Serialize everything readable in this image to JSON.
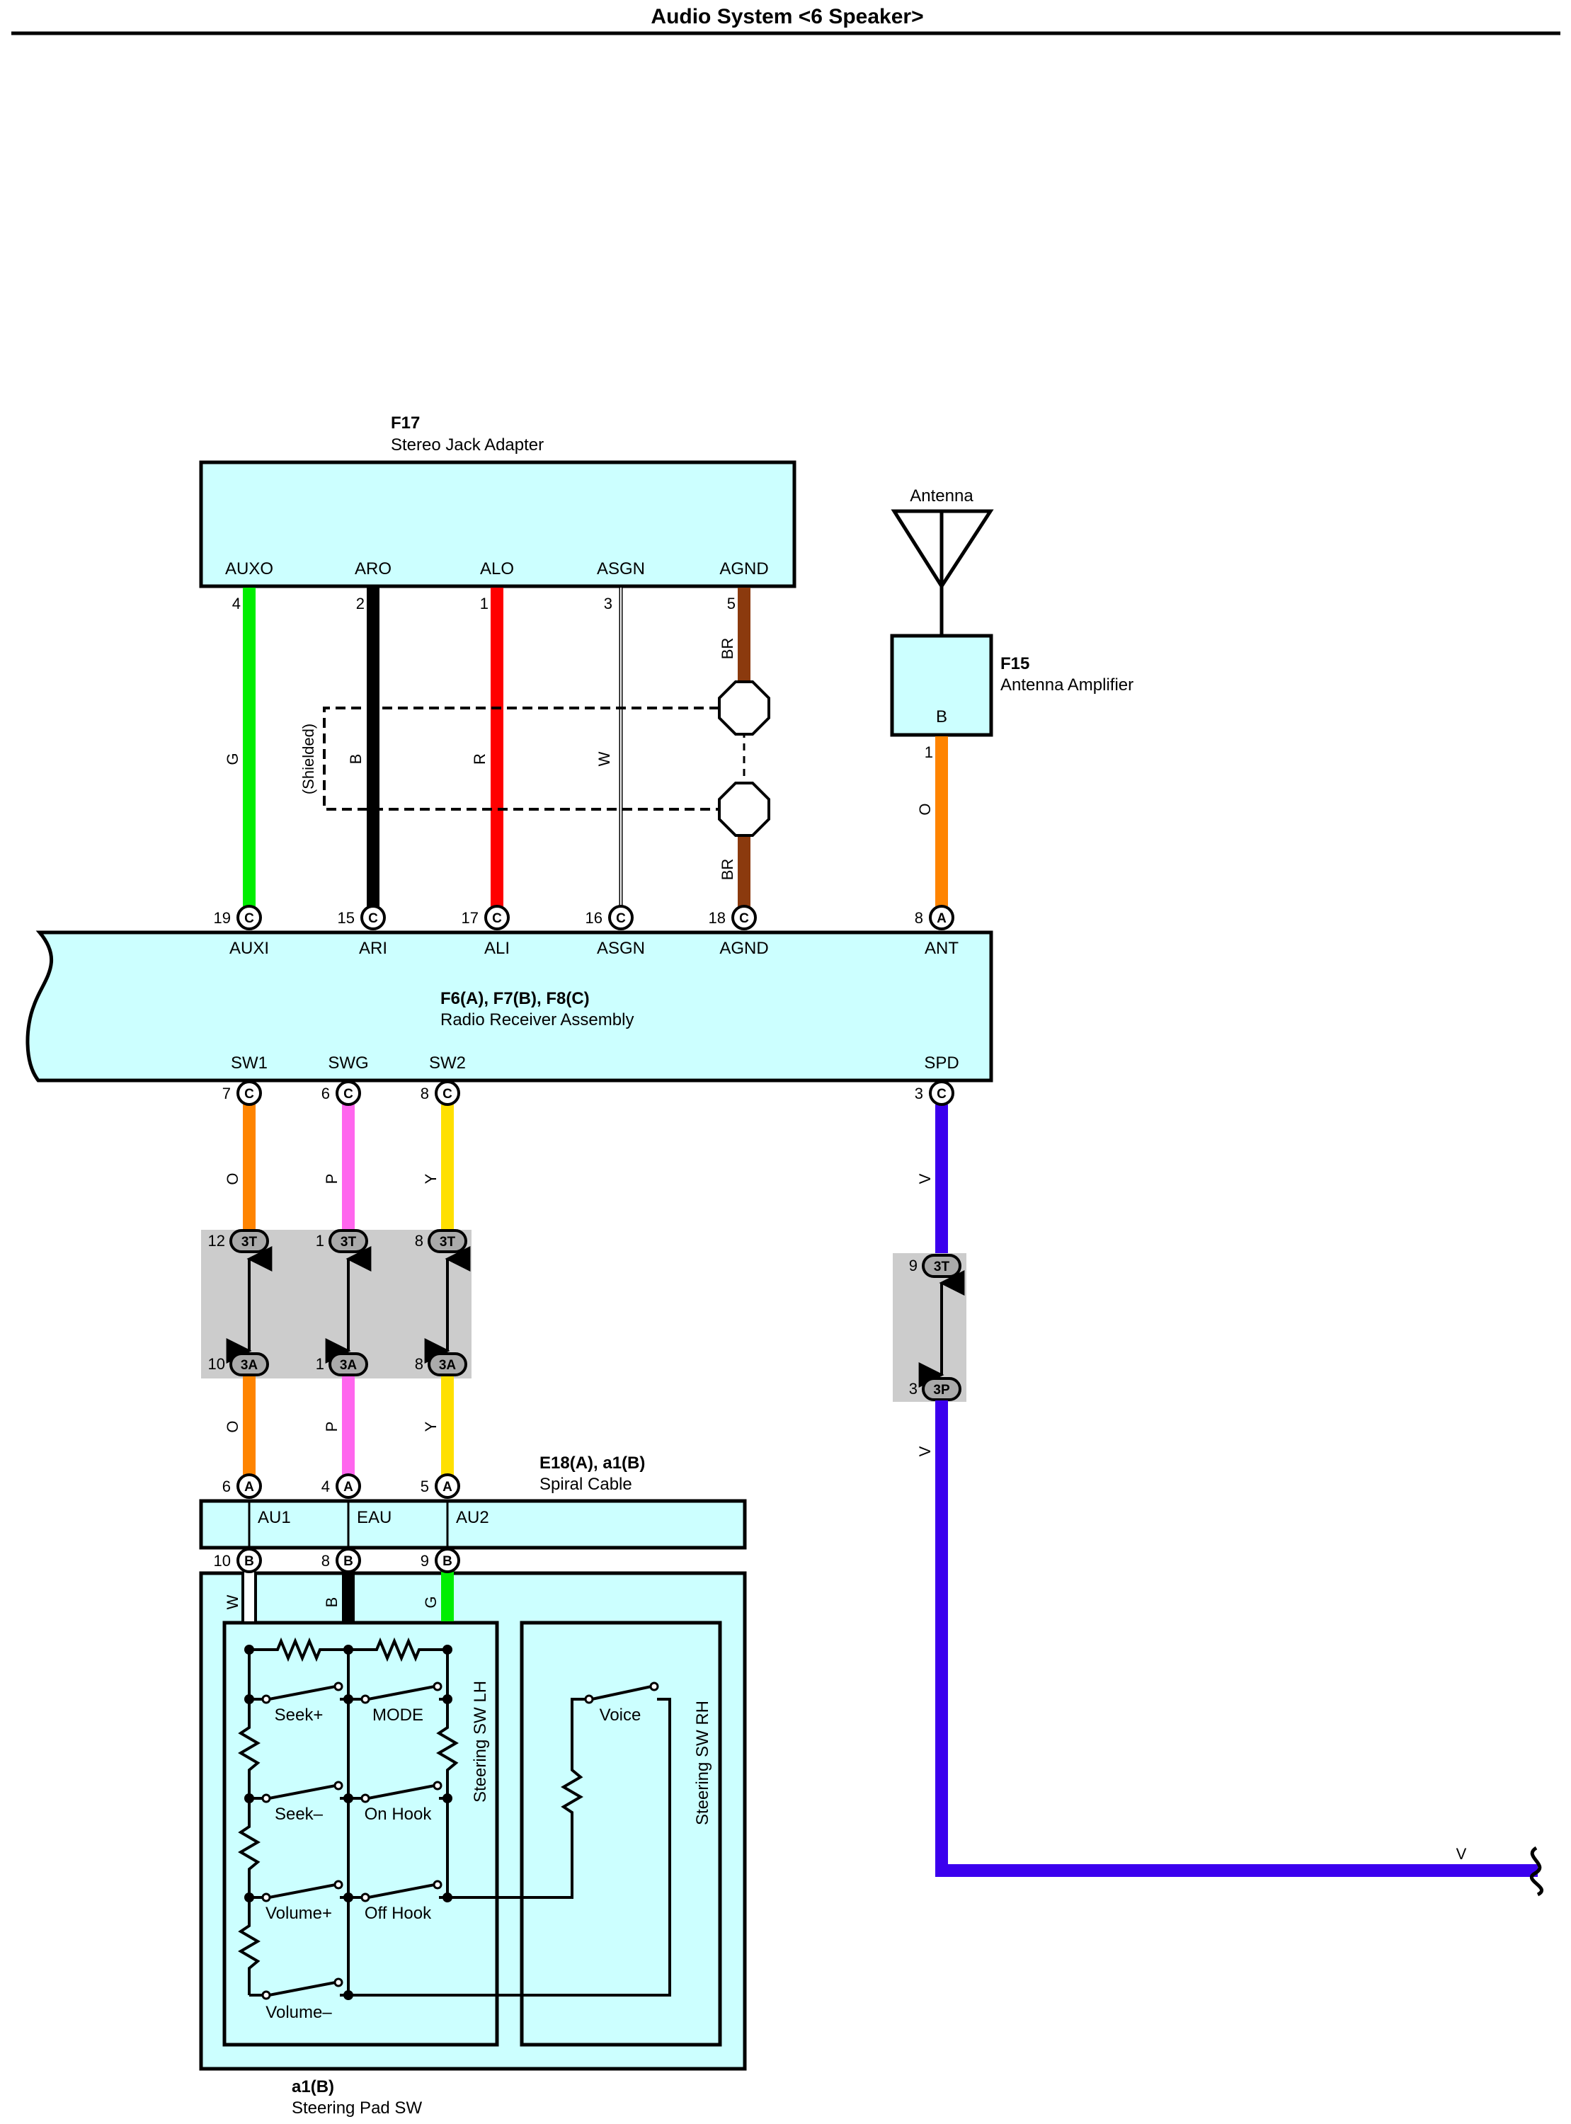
{
  "title": "Audio System <6 Speaker>",
  "colors": {
    "G": "#00ee00",
    "B": "#000000",
    "R": "#ff0000",
    "W": "#ffffff",
    "BR": "#8b3a0e",
    "O": "#ff8400",
    "P": "#ff66ee",
    "Y": "#ffe000",
    "V": "#3b00ee",
    "component_fill": "#ccffff",
    "junction_fill": "#cccccc"
  },
  "components": {
    "stereo_jack": {
      "code": "F17",
      "name": "Stereo Jack Adapter",
      "pins": [
        {
          "label": "AUXO",
          "num": "4"
        },
        {
          "label": "ARO",
          "num": "2"
        },
        {
          "label": "ALO",
          "num": "1"
        },
        {
          "label": "ASGN",
          "num": "3"
        },
        {
          "label": "AGND",
          "num": "5"
        }
      ]
    },
    "antenna": {
      "label": "Antenna"
    },
    "antenna_amp": {
      "code": "F15",
      "name": "Antenna Amplifier",
      "pin_label": "B",
      "pin_num": "1"
    },
    "radio": {
      "code": "F6(A), F7(B), F8(C)",
      "name": "Radio Receiver Assembly",
      "top_pins": [
        {
          "label": "AUXI",
          "num": "19",
          "conn": "C"
        },
        {
          "label": "ARI",
          "num": "15",
          "conn": "C"
        },
        {
          "label": "ALI",
          "num": "17",
          "conn": "C"
        },
        {
          "label": "ASGN",
          "num": "16",
          "conn": "C"
        },
        {
          "label": "AGND",
          "num": "18",
          "conn": "C"
        },
        {
          "label": "ANT",
          "num": "8",
          "conn": "A"
        }
      ],
      "bottom_pins": [
        {
          "label": "SW1",
          "num": "7",
          "conn": "C"
        },
        {
          "label": "SWG",
          "num": "6",
          "conn": "C"
        },
        {
          "label": "SW2",
          "num": "8",
          "conn": "C"
        },
        {
          "label": "SPD",
          "num": "3",
          "conn": "C"
        }
      ]
    },
    "spiral": {
      "code": "E18(A), a1(B)",
      "name": "Spiral Cable",
      "top_pins": [
        {
          "num": "6",
          "conn": "A"
        },
        {
          "num": "4",
          "conn": "A"
        },
        {
          "num": "5",
          "conn": "A"
        }
      ],
      "labels": [
        "AU1",
        "EAU",
        "AU2"
      ],
      "bottom_pins": [
        {
          "num": "10",
          "conn": "B"
        },
        {
          "num": "8",
          "conn": "B"
        },
        {
          "num": "9",
          "conn": "B"
        }
      ]
    },
    "steering_pad": {
      "code": "a1(B)",
      "name": "Steering Pad SW",
      "lh_label": "Steering SW LH",
      "rh_label": "Steering SW RH",
      "switches": [
        "Seek+",
        "MODE",
        "Seek–",
        "On Hook",
        "Volume+",
        "Off Hook",
        "Volume–",
        "Voice"
      ]
    }
  },
  "wires": {
    "auxo": "G",
    "aro": "B",
    "alo": "R",
    "asgn": "W",
    "agnd_top": "BR",
    "agnd_bottom": "BR",
    "ant": "O",
    "sw1_a": "O",
    "swg_a": "P",
    "sw2_a": "Y",
    "spd_a": "V",
    "sw1_b": "O",
    "swg_b": "P",
    "sw2_b": "Y",
    "spd_b": "V",
    "au1_out": "W",
    "eau_out": "B",
    "au2_out": "G",
    "v_horizontal": "V"
  },
  "shield_label": "(Shielded)",
  "junctions": {
    "group1_top": [
      {
        "num": "12",
        "code": "3T"
      },
      {
        "num": "1",
        "code": "3T"
      },
      {
        "num": "8",
        "code": "3T"
      }
    ],
    "group1_bottom": [
      {
        "num": "10",
        "code": "3A"
      },
      {
        "num": "1",
        "code": "3A"
      },
      {
        "num": "8",
        "code": "3A"
      }
    ],
    "group2_top": {
      "num": "9",
      "code": "3T"
    },
    "group2_bottom": {
      "num": "3",
      "code": "3P"
    }
  }
}
